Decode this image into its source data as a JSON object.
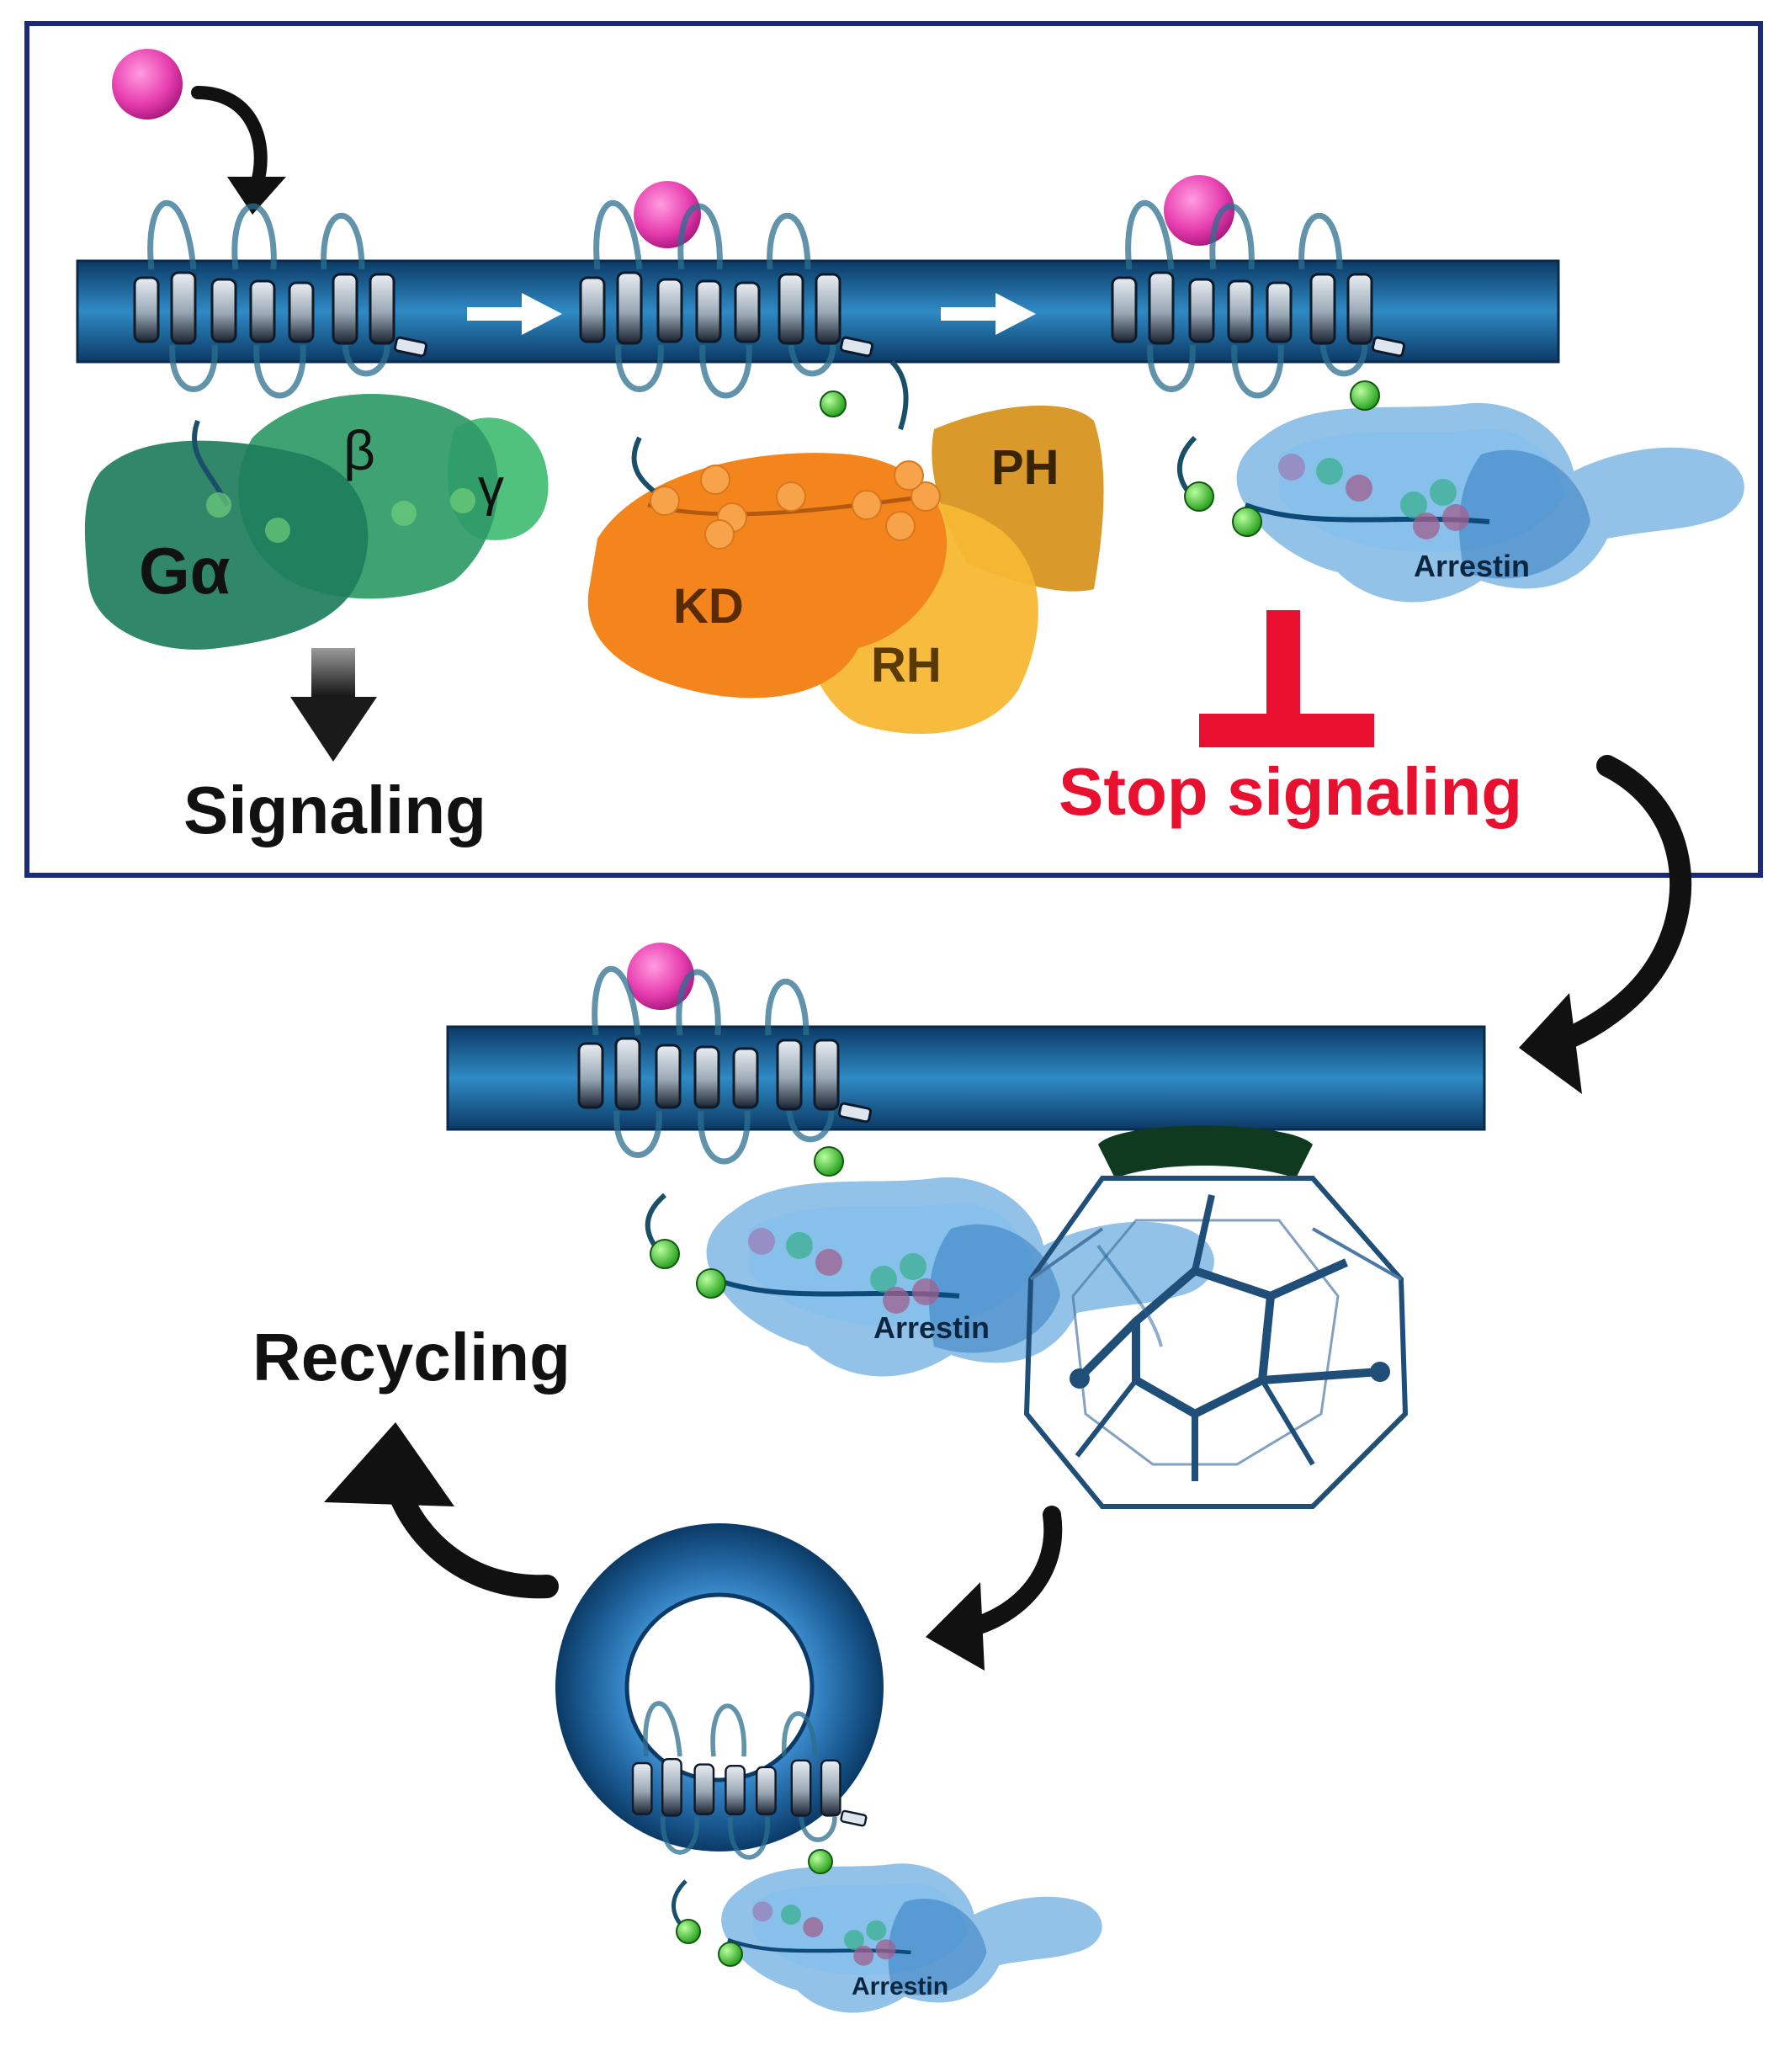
{
  "labels": {
    "g_alpha": "Gα",
    "beta": "β",
    "gamma": "γ",
    "signaling": "Signaling",
    "kd": "KD",
    "rh": "RH",
    "ph": "PH",
    "arrestin_top": "Arrestin",
    "stop_signaling": "Stop signaling",
    "arrestin_middle": "Arrestin",
    "recycling": "Recycling",
    "arrestin_bottom": "Arrestin"
  },
  "colors": {
    "panel_border": "#1b2b7a",
    "membrane_dark": "#0b3a66",
    "membrane_light": "#2f8ac4",
    "ligand": "#e83fb0",
    "g_protein": "#2f8f62",
    "grk_kd": "#f4841c",
    "grk_rh": "#f7b733",
    "grk_ph": "#d99a2b",
    "arrestin": "#3a8fd6",
    "stop": "#e8102e",
    "clathrin": "#1f4e79",
    "phospho": "#22b21e"
  },
  "icons": {
    "ligand": "pink-sphere-icon",
    "flow_arrow": "curved-black-arrow-icon",
    "step_arrow": "white-right-arrow-icon",
    "signal_arrow": "gray-down-arrow-icon",
    "inhibit": "inhibition-t-bar-icon",
    "clathrin": "clathrin-cage-icon",
    "endosome": "endosome-ring-icon"
  }
}
